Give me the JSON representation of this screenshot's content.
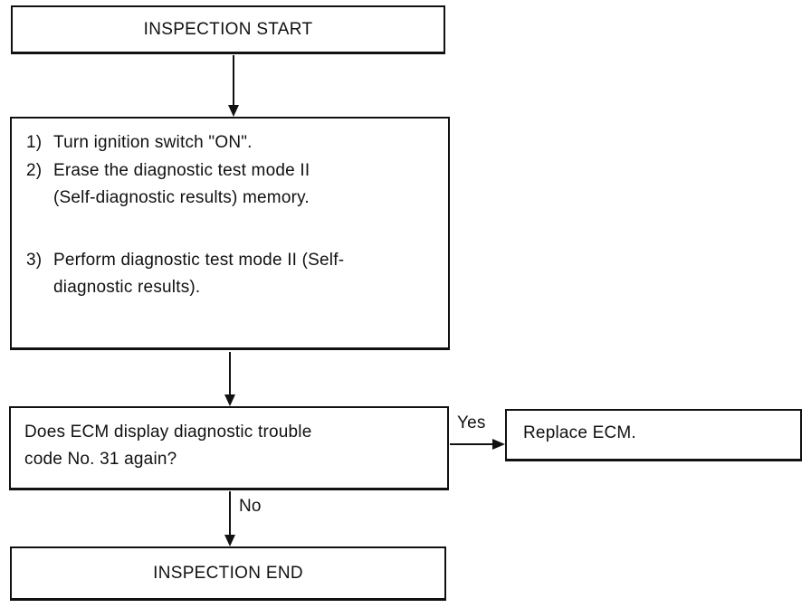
{
  "nodes": {
    "start": {
      "label": "INSPECTION START"
    },
    "steps": {
      "items": [
        {
          "number": "1)",
          "lines": [
            "Turn ignition switch \"ON\"."
          ]
        },
        {
          "number": "2)",
          "lines": [
            "Erase the diagnostic test mode II",
            "(Self-diagnostic results) memory."
          ]
        },
        {
          "number": "3)",
          "lines": [
            "Perform diagnostic test mode II (Self-",
            "diagnostic results)."
          ]
        }
      ]
    },
    "question": {
      "lines": [
        "Does ECM display diagnostic trouble",
        "code No. 31 again?"
      ]
    },
    "replace": {
      "label": "Replace ECM."
    },
    "end": {
      "label": "INSPECTION END"
    }
  },
  "branches": {
    "yes": "Yes",
    "no": "No"
  },
  "colors": {
    "ink": "#111111",
    "background": "#ffffff"
  }
}
